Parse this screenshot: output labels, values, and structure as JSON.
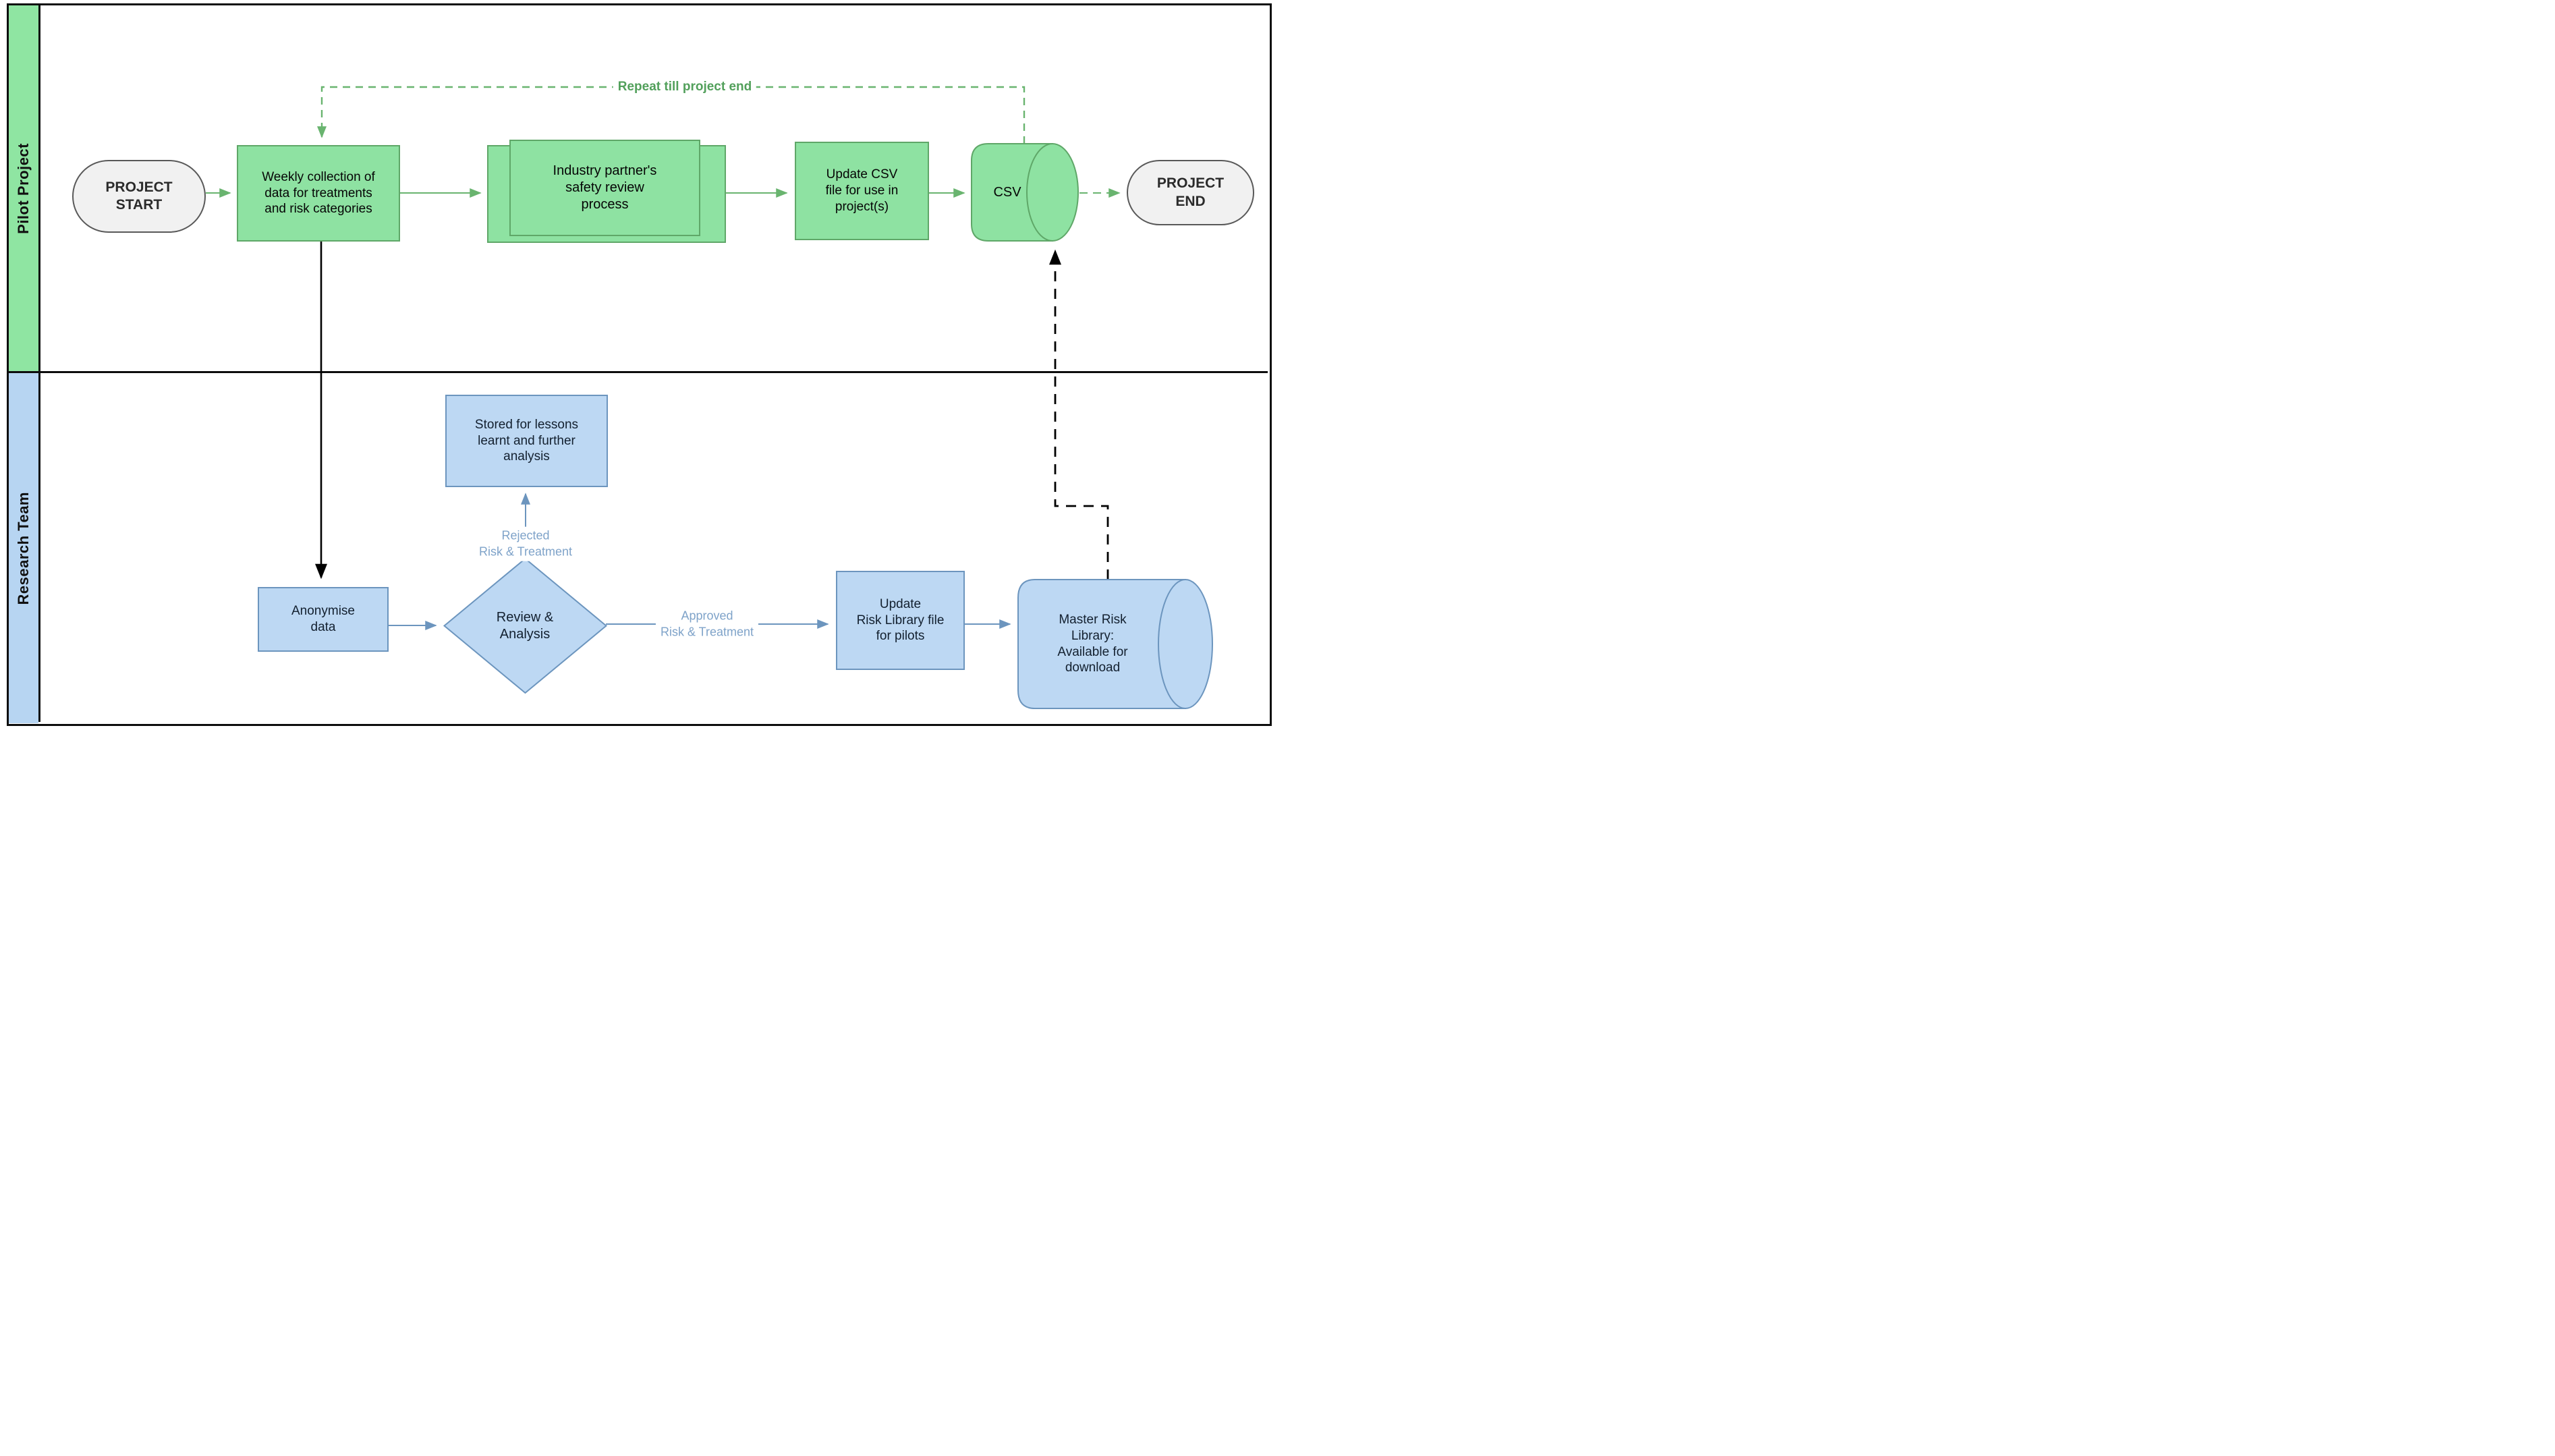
{
  "lanes": [
    {
      "label": "Pilot Project"
    },
    {
      "label": "Research Team"
    }
  ],
  "pilot_lane": {
    "project_start": "PROJECT\nSTART",
    "weekly_collection": "Weekly collection of\ndata for treatments\nand risk categories",
    "industry_review": "Industry partner's\nsafety review\nprocess",
    "update_csv": "Update CSV\nfile for use in\nproject(s)",
    "csv_store": "CSV",
    "project_end": "PROJECT\nEND"
  },
  "research_lane": {
    "stored_lessons": "Stored for lessons\nlearnt and further\nanalysis",
    "anonymise": "Anonymise\ndata",
    "review_analysis": "Review &\nAnalysis",
    "update_risk_library": "Update\nRisk Library file\nfor pilots",
    "master_risk_library": "Master Risk\nLibrary:\nAvailable for\ndownload"
  },
  "edge_labels": {
    "repeat": "Repeat till project end",
    "rejected": "Rejected\nRisk & Treatment",
    "approved": "Approved\nRisk & Treatment"
  },
  "colors": {
    "green_fill": "#8ee2a2",
    "green_border": "#5fa768",
    "green_arrow": "#69b46f",
    "blue_fill": "#bdd8f3",
    "blue_border": "#6c95be",
    "blue_arrow": "#6c95be",
    "flow_label_blue": "#7fa3c9",
    "repeat_label_green": "#52a05b",
    "stadium_fill": "#f1f1f1",
    "stadium_border": "#595959",
    "black": "#000000"
  }
}
